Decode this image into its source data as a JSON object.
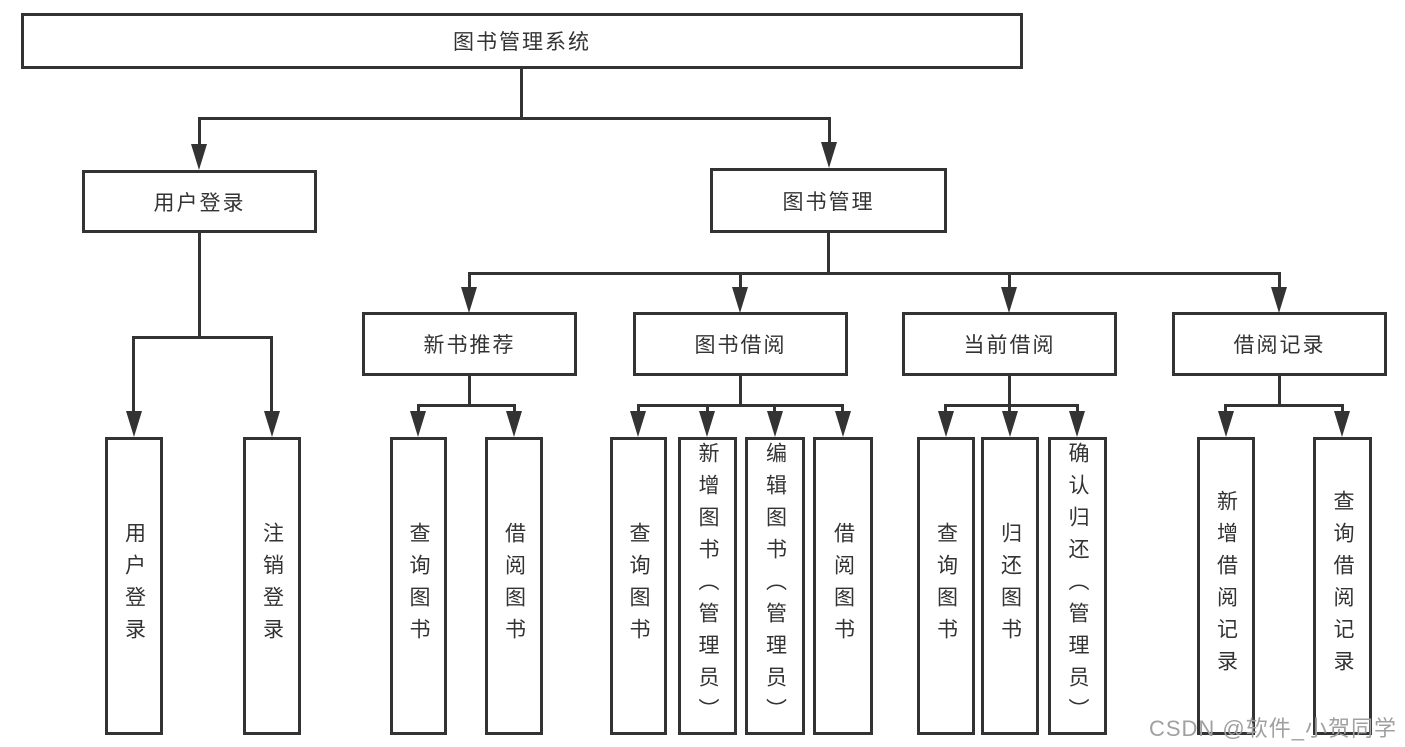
{
  "tree": {
    "root": "图书管理系统",
    "branches": [
      {
        "label": "用户登录",
        "leaves": [
          "用户登录",
          "注销登录"
        ]
      },
      {
        "label": "图书管理",
        "children": [
          {
            "label": "新书推荐",
            "leaves": [
              "查询图书",
              "借阅图书"
            ]
          },
          {
            "label": "图书借阅",
            "leaves": [
              "查询图书",
              "新增图书（管理员）",
              "编辑图书（管理员）",
              "借阅图书"
            ]
          },
          {
            "label": "当前借阅",
            "leaves": [
              "查询图书",
              "归还图书",
              "确认归还（管理员）"
            ]
          },
          {
            "label": "借阅记录",
            "leaves": [
              "新增借阅记录",
              "查询借阅记录"
            ]
          }
        ]
      }
    ]
  },
  "watermark": "CSDN @软件_小贺同学",
  "colors": {
    "line": "#333333",
    "text": "#333333",
    "box_background": "#ffffff",
    "page_background": "#ffffff",
    "watermark": "#a0a0a0"
  }
}
